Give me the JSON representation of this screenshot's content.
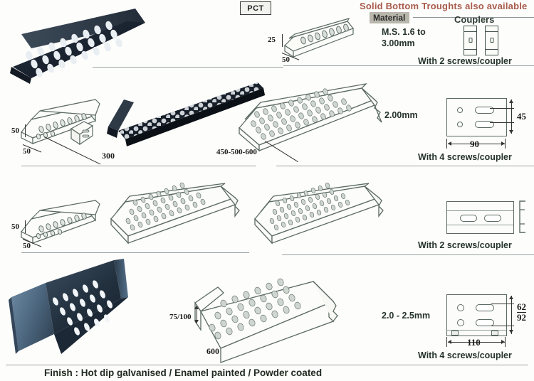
{
  "sheet": {
    "product_code": "PCT",
    "finish_note": "Finish : Hot dip galvanised  / Enamel painted / Powder coated"
  },
  "header": {
    "solid_bottom_note": "Solid Bottom  Troughts also available",
    "material_tag": "Material",
    "material_spec": "M.S. 1.6 to",
    "material_spec2": "3.00mm",
    "couplers_title": "Couplers",
    "couplers_screws": "With 2 screws/coupler"
  },
  "rows": [
    {
      "name": "row-1",
      "small_trough": {
        "height": "25",
        "width": "50"
      }
    },
    {
      "name": "row-2",
      "channel": {
        "height": "50",
        "width": "50"
      },
      "dark_tray_width": "300",
      "perf_tray_width": "450-500-600",
      "thickness": "2.00mm",
      "coupler": {
        "height": "45",
        "width": "90",
        "screws": "With 4 screws/coupler"
      }
    },
    {
      "name": "row-3",
      "channel": {
        "height": "50",
        "width": "50"
      },
      "coupler": {
        "screws": "With 2 screws/coupler"
      }
    },
    {
      "name": "row-4",
      "tray": {
        "height": "75/100",
        "width": "600"
      },
      "thickness": "2.0 - 2.5mm",
      "coupler": {
        "height_top": "62",
        "height_bottom": "92",
        "width": "110",
        "screws": "With 4 screws/coupler"
      }
    }
  ],
  "colors": {
    "accent_red": "#a85a4a",
    "material_highlight": "#b9b6ac",
    "line_art": "#5b6a63",
    "rule": "#9aa3a6",
    "dark_tray": "#1d2633",
    "steel_blue_tray": "#4a6378"
  },
  "icons": {
    "coupler": "coupler-plate-icon",
    "tray_perforated": "perforated-tray-icon",
    "tray_channel": "channel-tray-icon"
  }
}
